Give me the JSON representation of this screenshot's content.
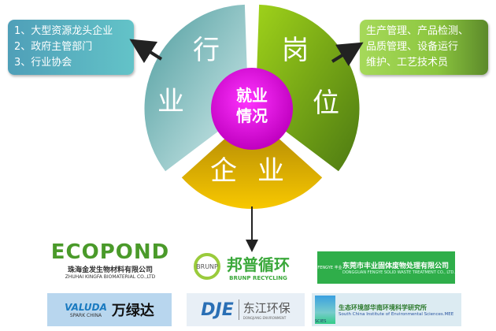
{
  "left_box": {
    "lines": [
      "1、大型资源龙头企业",
      "2、政府主管部门",
      "3、行业协会"
    ]
  },
  "right_box": {
    "lines": [
      "生产管理、产品检测、",
      "品质管理、设备运行",
      "维护、工艺技术员"
    ]
  },
  "segments": {
    "industry": [
      "行",
      "业"
    ],
    "position": [
      "岗",
      "位"
    ],
    "enterprise": [
      "企",
      "业"
    ]
  },
  "center": [
    "就业",
    "情况"
  ],
  "logos": [
    {
      "name": "ECOPOND",
      "cn": "珠海金发生物材料有限公司",
      "en": "ZHUHAI KINGFA BIOMATERIAL CO.,LTD"
    },
    {
      "name": "BRUNP",
      "cn": "邦普循环",
      "en": "BRUNP RECYCLING"
    },
    {
      "name": "FENGYE 丰业",
      "cn": "东莞市丰业固体废物处理有限公司",
      "en": "DONGGUAN FENGYE SOLID WASTE TREATMENT CO., LTD."
    },
    {
      "name": "VALUDA",
      "cn": "万绿达",
      "en": "SPARK CHINA"
    },
    {
      "name": "DJE",
      "cn": "东江环保",
      "en": "DONGJIANG ENVIRONMENT"
    },
    {
      "name": "SCIES",
      "cn": "生态环境部华南环境科学研究所",
      "en": "South China Institute of Environmental Sciences.MEE"
    }
  ],
  "colors": {
    "industry": "#5aa8aa",
    "position": "#7cb518",
    "enterprise": "#e0a800",
    "center": "#ff00ff"
  }
}
